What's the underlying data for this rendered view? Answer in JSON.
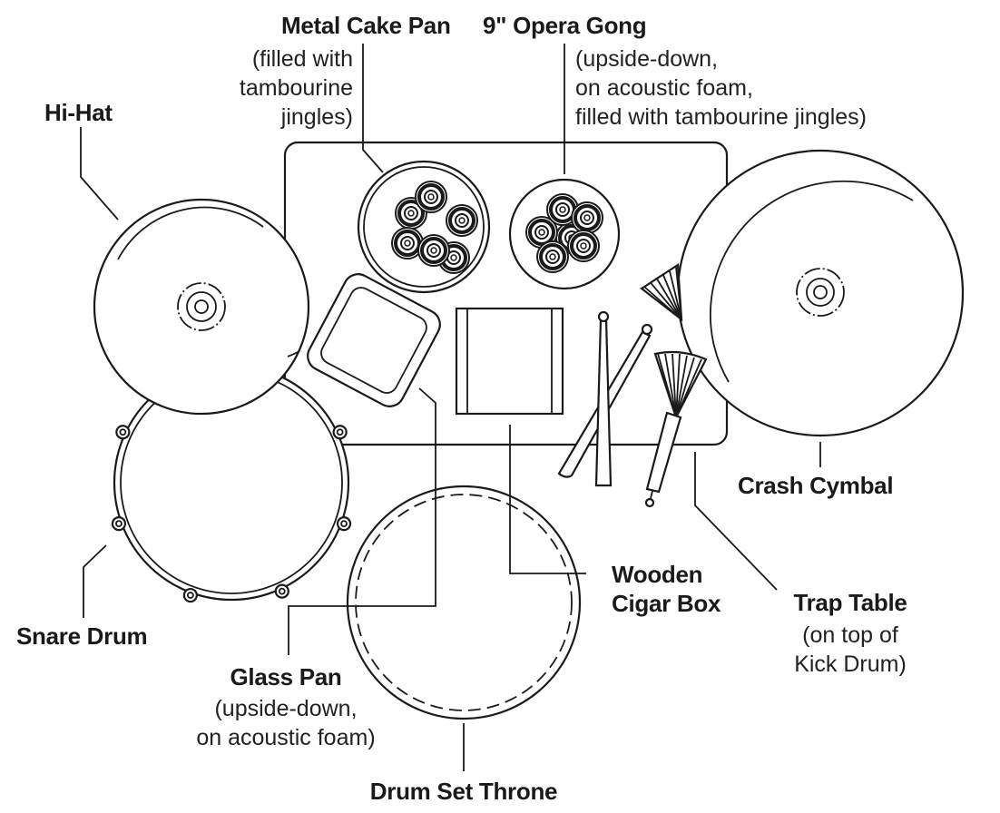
{
  "diagram": {
    "type": "drum-kit-top-view",
    "line_color": "#1a1a1a",
    "background": "#ffffff",
    "components": [
      {
        "id": "hi-hat",
        "title": "Hi-Hat",
        "note": ""
      },
      {
        "id": "metal-cake-pan",
        "title": "Metal Cake Pan",
        "note": "(filled with\ntambourine\njingles)"
      },
      {
        "id": "opera-gong",
        "title": "9\" Opera Gong",
        "note": "(upside-down,\non acoustic foam,\nfilled with tambourine jingles)"
      },
      {
        "id": "crash-cymbal",
        "title": "Crash Cymbal",
        "note": ""
      },
      {
        "id": "trap-table",
        "title": "Trap Table",
        "note": "(on top of\nKick Drum)"
      },
      {
        "id": "cigar-box",
        "title": "Wooden\nCigar Box",
        "note": ""
      },
      {
        "id": "snare-drum",
        "title": "Snare Drum",
        "note": ""
      },
      {
        "id": "glass-pan",
        "title": "Glass Pan",
        "note": "(upside-down,\non acoustic foam)"
      },
      {
        "id": "throne",
        "title": "Drum Set Throne",
        "note": ""
      }
    ],
    "accessories": [
      "drumsticks",
      "brushes"
    ]
  }
}
